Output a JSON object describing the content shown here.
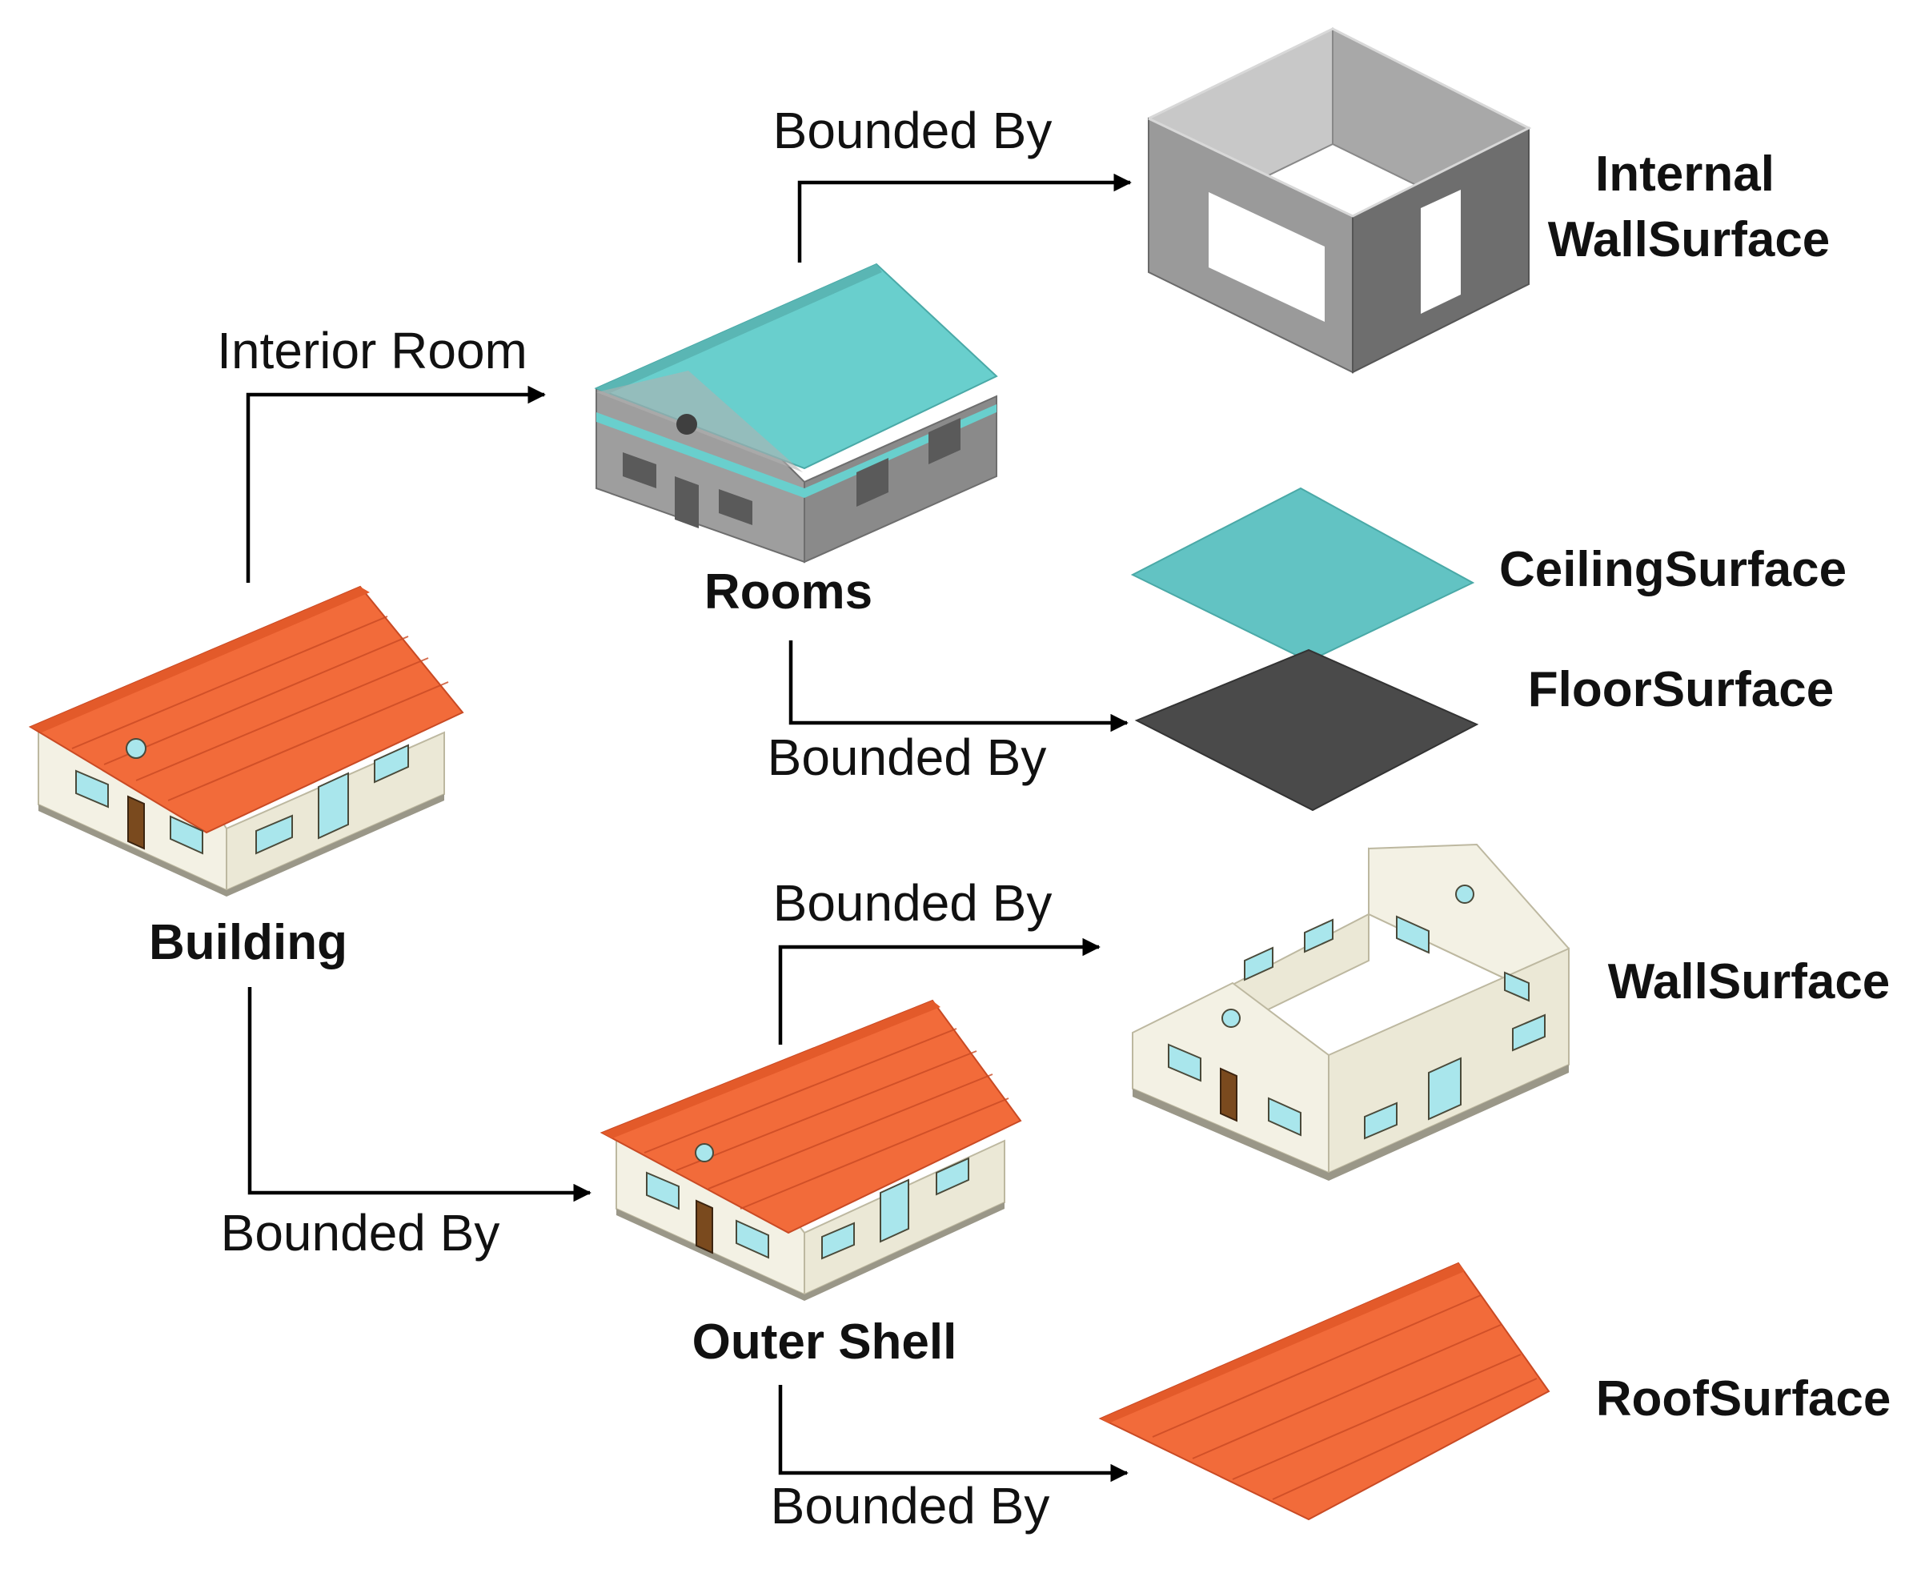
{
  "labels": {
    "building": "Building",
    "rooms": "Rooms",
    "outer_shell": "Outer Shell",
    "internal_wall_line1": "Internal",
    "internal_wall_line2": "WallSurface",
    "ceiling": "CeilingSurface",
    "floor": "FloorSurface",
    "wall": "WallSurface",
    "roof": "RoofSurface"
  },
  "edges": {
    "building_to_rooms": "Interior Room",
    "rooms_to_internal_wall": "Bounded By",
    "rooms_to_ceiling_floor": "Bounded By",
    "building_to_outer_shell": "Bounded By",
    "outer_shell_to_wall": "Bounded By",
    "outer_shell_to_roof": "Bounded By"
  },
  "colors": {
    "roof_tile": "#f26b3a",
    "roof_line": "#c94a24",
    "wall_cream": "#f3f1e4",
    "wall_shade": "#e2dfce",
    "window_blue": "#a9e6ec",
    "ceiling_teal": "#62c3c3",
    "room_roof_teal": "#69cfcd",
    "floor_dark": "#4a4a4a",
    "room_grey": "#9e9e9e",
    "room_grey_dark": "#767676",
    "door_brown": "#7a4a1e"
  }
}
